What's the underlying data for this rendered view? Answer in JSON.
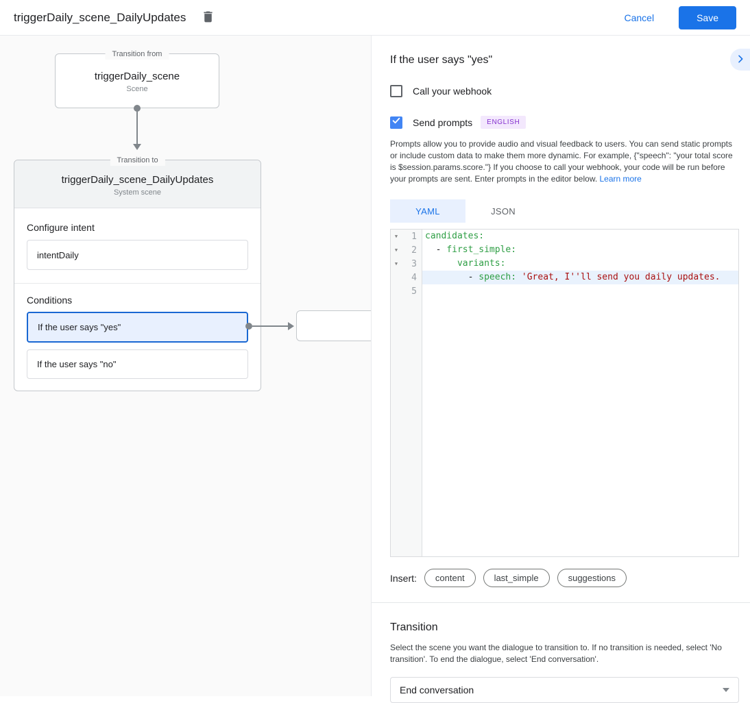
{
  "header": {
    "title": "triggerDaily_scene_DailyUpdates",
    "cancel_label": "Cancel",
    "save_label": "Save"
  },
  "canvas": {
    "from_box": {
      "legend": "Transition from",
      "title": "triggerDaily_scene",
      "subtitle": "Scene"
    },
    "to_box": {
      "legend": "Transition to",
      "title": "triggerDaily_scene_DailyUpdates",
      "subtitle": "System scene",
      "intent_label": "Configure intent",
      "intent_value": "intentDaily",
      "conditions_label": "Conditions",
      "conditions": [
        {
          "label": "If the user says \"yes\"",
          "selected": true
        },
        {
          "label": "If the user says \"no\"",
          "selected": false
        }
      ]
    }
  },
  "panel": {
    "heading": "If the user says \"yes\"",
    "webhook_label": "Call your webhook",
    "prompts_label": "Send prompts",
    "language_badge": "ENGLISH",
    "description": "Prompts allow you to provide audio and visual feedback to users. You can send static prompts or include custom data to make them more dynamic. For example, {\"speech\": \"your total score is $session.params.score.\"} If you choose to call your webhook, your code will be run before your prompts are sent. Enter prompts in the editor below. ",
    "learn_more_label": "Learn more",
    "tabs": [
      {
        "label": "YAML",
        "active": true
      },
      {
        "label": "JSON",
        "active": false
      }
    ],
    "editor": {
      "lines": [
        {
          "num": "1",
          "fold": true,
          "active": false,
          "segments": [
            {
              "type": "key",
              "text": "candidates:"
            }
          ]
        },
        {
          "num": "2",
          "fold": true,
          "active": false,
          "segments": [
            {
              "type": "plain",
              "text": "  - "
            },
            {
              "type": "key",
              "text": "first_simple:"
            }
          ]
        },
        {
          "num": "3",
          "fold": true,
          "active": false,
          "segments": [
            {
              "type": "plain",
              "text": "      "
            },
            {
              "type": "key",
              "text": "variants:"
            }
          ]
        },
        {
          "num": "4",
          "fold": false,
          "active": true,
          "segments": [
            {
              "type": "plain",
              "text": "        - "
            },
            {
              "type": "key",
              "text": "speech: "
            },
            {
              "type": "string",
              "text": "'Great, I''ll send you daily updates."
            }
          ]
        },
        {
          "num": "5",
          "fold": false,
          "active": false,
          "segments": []
        }
      ]
    },
    "insert_label": "Insert:",
    "insert_chips": [
      "content",
      "last_simple",
      "suggestions"
    ],
    "transition": {
      "heading": "Transition",
      "description": "Select the scene you want the dialogue to transition to. If no transition is needed, select 'No transition'. To end the dialogue, select 'End conversation'.",
      "selected_value": "End conversation"
    }
  },
  "colors": {
    "accent_blue": "#1a73e8",
    "selected_condition_border": "#1967d2",
    "selected_condition_bg": "#e8f0fe",
    "badge_text": "#8430ce",
    "badge_bg": "#f3e8fd",
    "code_key_green": "#2e9e44",
    "code_string_red": "#aa1111",
    "active_line_bg": "#e9f2fd"
  }
}
